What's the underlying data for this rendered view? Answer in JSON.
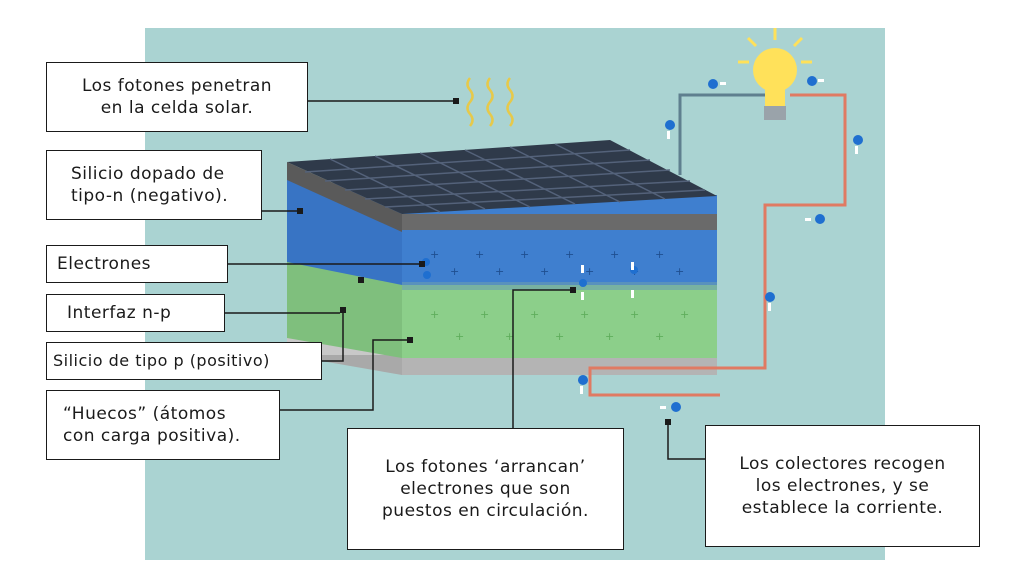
{
  "labels": {
    "photons_penetrate": [
      "Los fotones penetran",
      "en la celda solar."
    ],
    "n_type": [
      "Silicio dopado de",
      "tipo-n (negativo)."
    ],
    "electrons": [
      "Electrones"
    ],
    "np_interface": [
      "Interfaz n-p"
    ],
    "p_type": [
      "Silicio de tipo p (positivo)"
    ],
    "holes": [
      "“Huecos” (átomos",
      "con carga positiva)."
    ],
    "photons_pull": [
      "Los fotones ‘arrancan’",
      "electrones que son",
      "puestos en circulación."
    ],
    "collectors": [
      "Los colectores recogen",
      "los electrones, y se",
      "establece la corriente."
    ]
  },
  "colors": {
    "background": "#aad3d2",
    "n_layer": "#3f7fcf",
    "p_layer": "#8ccf8a",
    "panel": "#2f3a4a",
    "wire_left": "#5f7f8f",
    "wire_right": "#e07a62",
    "bulb": "#ffe15a",
    "electron": "#1f6fd0"
  }
}
